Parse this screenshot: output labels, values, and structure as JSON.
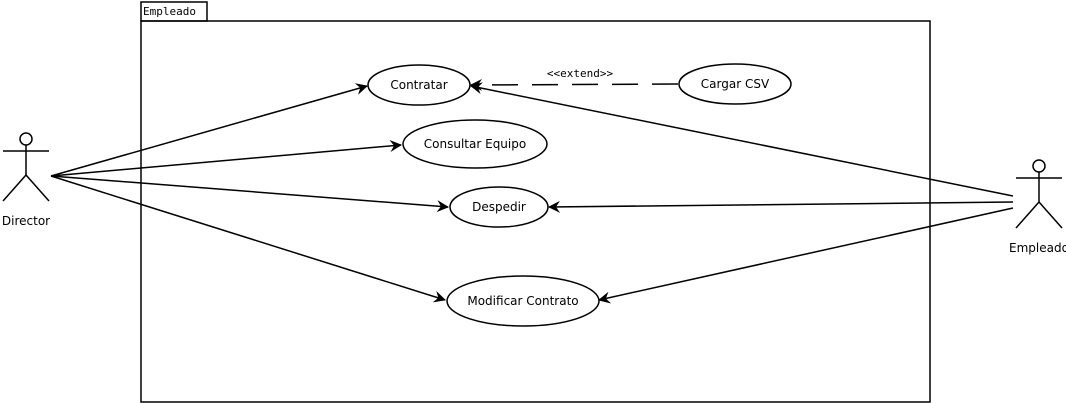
{
  "package": {
    "label": "Empleado"
  },
  "actors": {
    "director": {
      "label": "Director"
    },
    "empleado": {
      "label": "Empleado"
    }
  },
  "use_cases": {
    "contratar": "Contratar",
    "consultar_equipo": "Consultar Equipo",
    "despedir": "Despedir",
    "modificar_contrato": "Modificar Contrato",
    "cargar_csv": "Cargar CSV"
  },
  "relations": {
    "extend_label": "<<extend>>"
  }
}
